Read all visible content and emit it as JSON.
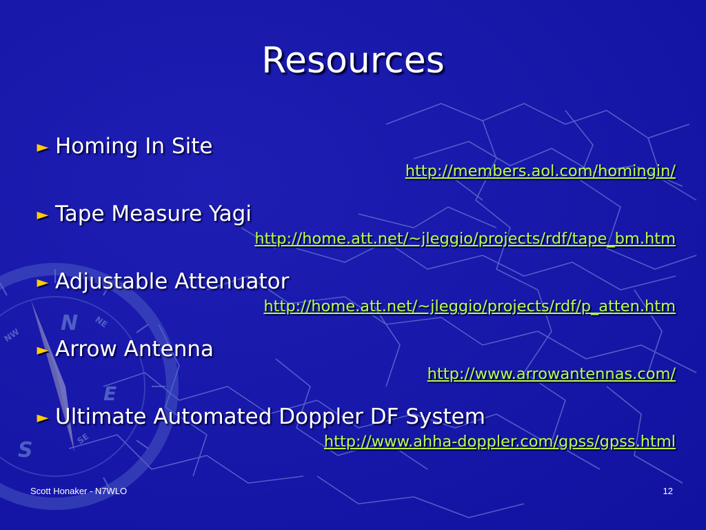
{
  "slide": {
    "title": "Resources",
    "items": [
      {
        "label": "Homing In Site",
        "link": "http://members.aol.com/homingin/"
      },
      {
        "label": "Tape Measure Yagi",
        "link": "http://home.att.net/~jleggio/projects/rdf/tape_bm.htm"
      },
      {
        "label": "Adjustable Attenuator",
        "link": "http://home.att.net/~jleggio/projects/rdf/p_atten.htm"
      },
      {
        "label": "Arrow Antenna",
        "link": "http://www.arrowantennas.com/"
      },
      {
        "label": "Ultimate Automated Doppler DF System",
        "link": "http://www.ahha-doppler.com/gpss/gpss.html"
      }
    ],
    "bullet_glyph": "►",
    "footer": {
      "author": "Scott Honaker - N7WLO",
      "page_number": "12"
    }
  },
  "compass": {
    "letters": [
      "N",
      "E",
      "S"
    ],
    "minor_letters": [
      "NW",
      "NE",
      "SE"
    ]
  },
  "colors": {
    "background": "#1616a6",
    "title_text": "#ffffff",
    "bullet": "#ffcc00",
    "link": "#b6ff4a",
    "map_lines": "#5a6cd0"
  }
}
